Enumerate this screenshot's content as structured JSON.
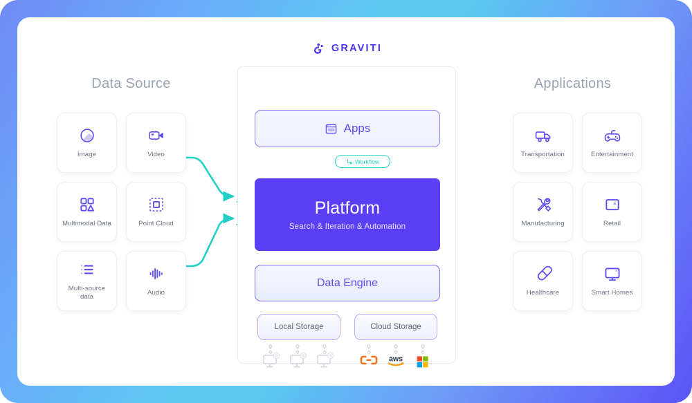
{
  "brand": {
    "name": "GRAVITI",
    "logo_icon": "graviti-logo-icon",
    "color": "#4a33f0"
  },
  "colors": {
    "accent_purple": "#5a3ff5",
    "accent_teal": "#20cfc6",
    "heading_gray": "#9aa3b2",
    "bg_gradient_from": "#6f8bf6",
    "bg_gradient_mid": "#5fc8f5",
    "bg_gradient_to": "#5b53f7"
  },
  "data_source": {
    "title": "Data Source",
    "items": [
      {
        "label": "Image",
        "icon": "image-circle-icon"
      },
      {
        "label": "Video",
        "icon": "video-camera-icon"
      },
      {
        "label": "Multimodal Data",
        "icon": "multimodal-grid-icon"
      },
      {
        "label": "Point Cloud",
        "icon": "point-cloud-icon"
      },
      {
        "label": "Multi-source data",
        "icon": "list-lines-icon"
      },
      {
        "label": "Audio",
        "icon": "audio-waveform-icon"
      }
    ]
  },
  "applications": {
    "title": "Applications",
    "items": [
      {
        "label": "Transportation",
        "icon": "truck-icon"
      },
      {
        "label": "Entertainment",
        "icon": "gamepad-icon"
      },
      {
        "label": "Manufacturing",
        "icon": "tools-icon"
      },
      {
        "label": "Retail",
        "icon": "shop-icon"
      },
      {
        "label": "Healthcare",
        "icon": "pill-capsule-icon"
      },
      {
        "label": "Smart Homes",
        "icon": "monitor-icon"
      }
    ]
  },
  "center": {
    "apps": {
      "label": "Apps",
      "icon": "apps-window-icon"
    },
    "workflow": {
      "label": "Workflow",
      "icon": "workflow-node-icon"
    },
    "platform": {
      "title": "Platform",
      "subtitle": "Search & Iteration & Automation"
    },
    "data_engine": {
      "label": "Data Engine"
    },
    "storage": [
      {
        "label": "Local Storage",
        "vendors": [
          {
            "name": "local-server-1",
            "icon": "monitor-server-icon"
          },
          {
            "name": "local-server-2",
            "icon": "monitor-server-icon"
          },
          {
            "name": "local-server-3",
            "icon": "monitor-server-icon"
          }
        ]
      },
      {
        "label": "Cloud Storage",
        "vendors": [
          {
            "name": "alibaba-cloud",
            "icon": "alibaba-cloud-icon"
          },
          {
            "name": "aws",
            "icon": "aws-icon"
          },
          {
            "name": "microsoft-azure",
            "icon": "microsoft-icon"
          }
        ]
      }
    ]
  }
}
